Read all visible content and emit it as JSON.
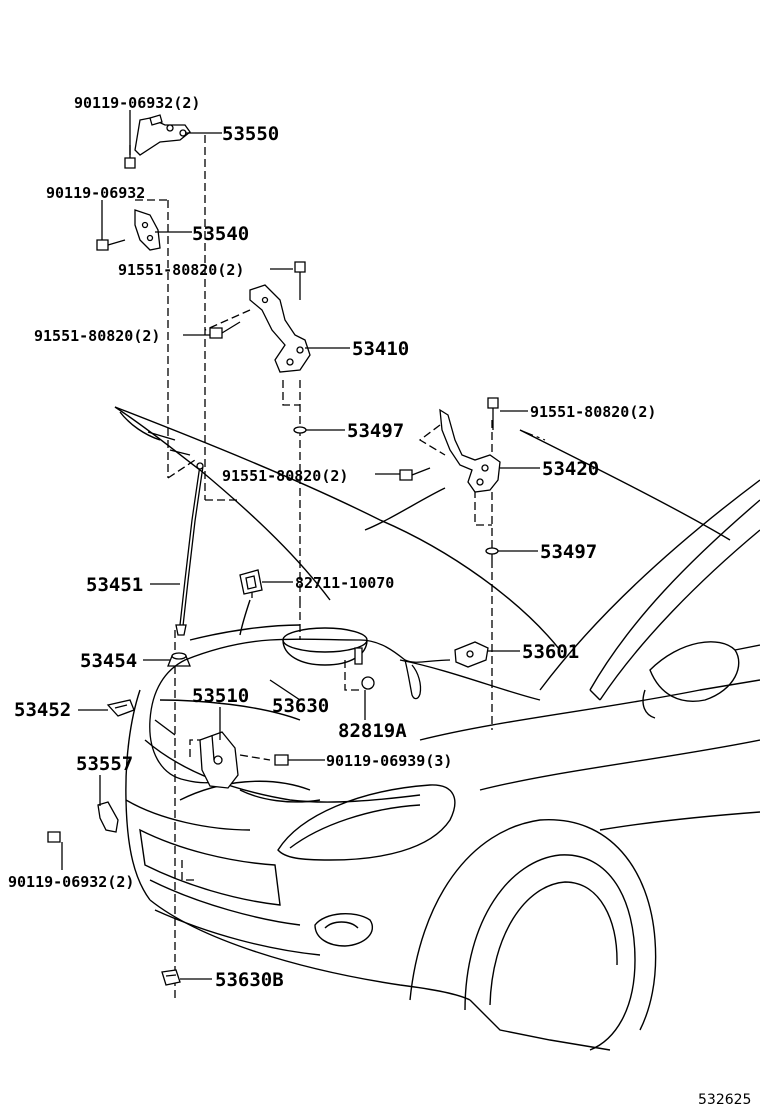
{
  "labels": {
    "l1": "90119-06932(2)",
    "l2": "53550",
    "l3": "90119-06932",
    "l4": "53540",
    "l5": "91551-80820(2)",
    "l6": "91551-80820(2)",
    "l7": "53410",
    "l8": "91551-80820(2)",
    "l9": "53497",
    "l10": "91551-80820(2)",
    "l11": "53420",
    "l12": "53497",
    "l13": "53451",
    "l14": "82711-10070",
    "l15": "53601",
    "l16": "53454",
    "l17": "53510",
    "l18": "53630",
    "l19": "82819A",
    "l20": "53452",
    "l21": "53557",
    "l22": "90119-06939(3)",
    "l23": "90119-06932(2)",
    "l24": "53630B"
  },
  "footer": {
    "illustration_number": "532625"
  }
}
